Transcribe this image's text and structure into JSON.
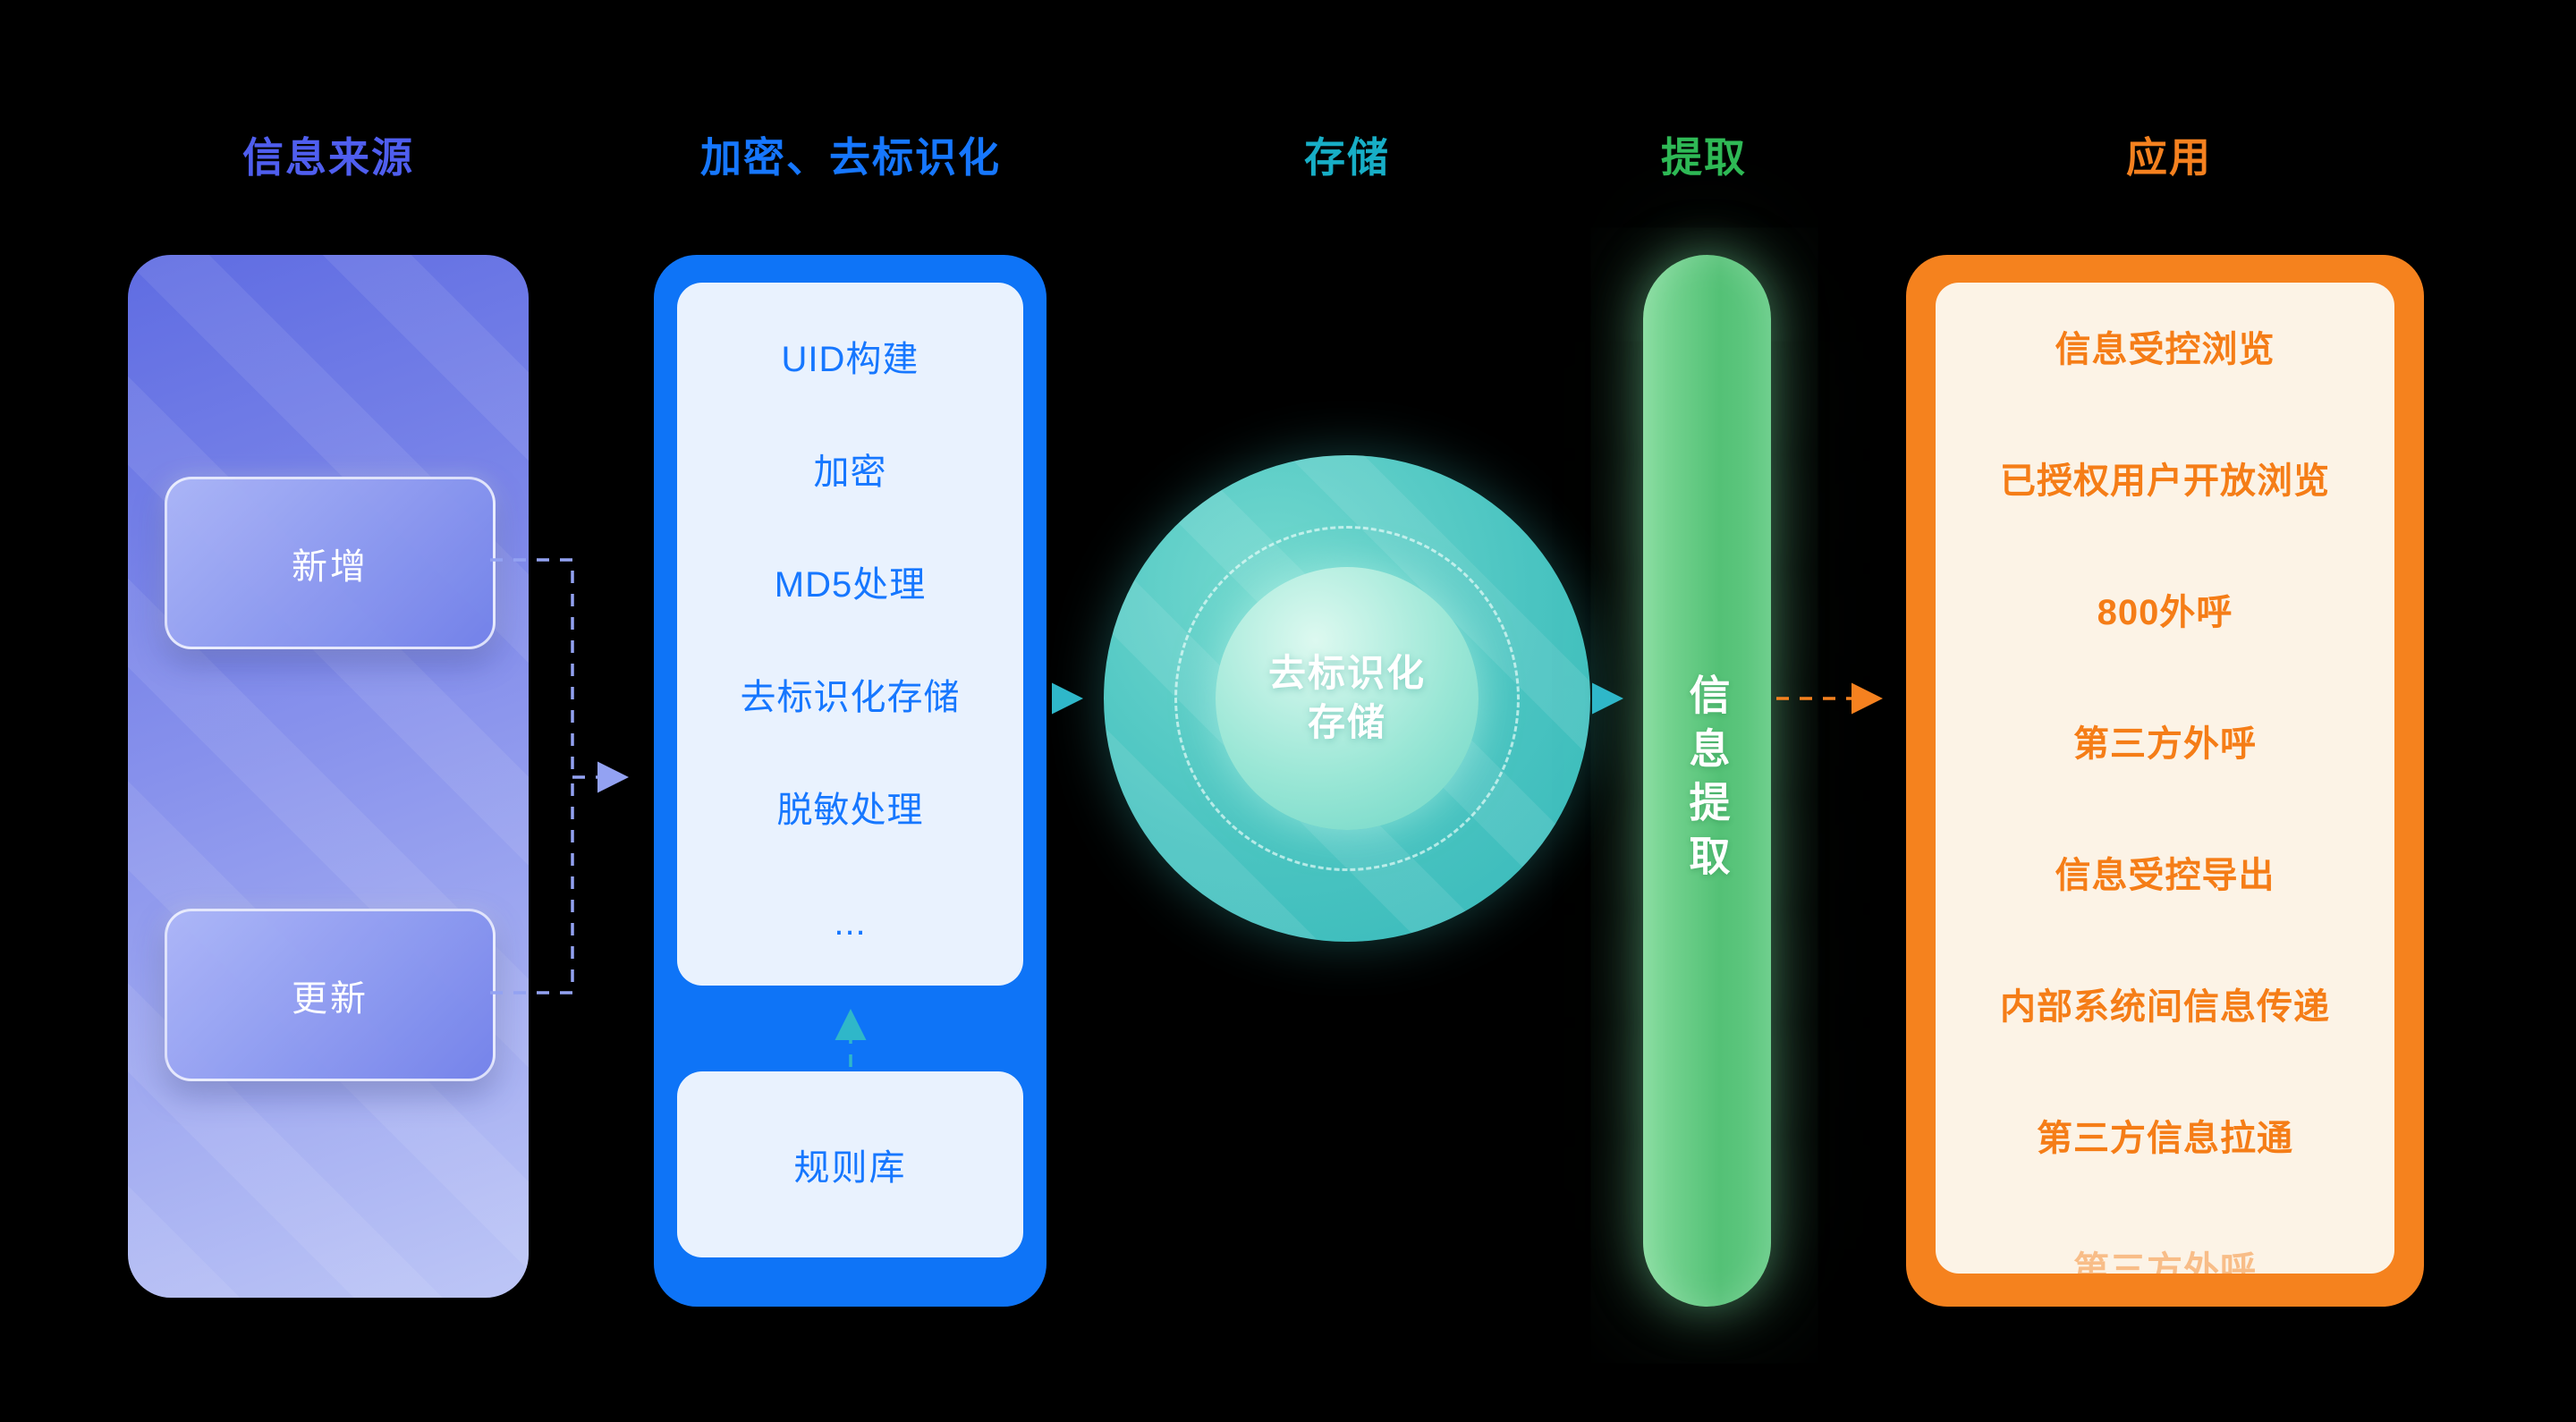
{
  "headers": {
    "source": "信息来源",
    "encryption": "加密、去标识化",
    "storage": "存储",
    "extraction": "提取",
    "application": "应用"
  },
  "colors": {
    "background": "#000000",
    "source_header": "#4F5EEF",
    "encryption_header": "#1677FF",
    "storage_header": "#17AEC6",
    "extraction_header": "#2FB956",
    "application_header": "#F5811F",
    "source_arrow": "#93A2F2",
    "teal_arrow": "#2FB7C9",
    "orange_arrow": "#F5811F"
  },
  "source": {
    "items": [
      "新增",
      "更新"
    ]
  },
  "encryption": {
    "steps": [
      "UID构建",
      "加密",
      "MD5处理",
      "去标识化存储",
      "脱敏处理",
      "..."
    ],
    "rule_library": "规则库"
  },
  "storage": {
    "label_line1": "去标识化",
    "label_line2": "存储"
  },
  "extraction": {
    "label": "信息提取"
  },
  "application": {
    "items": [
      "信息受控浏览",
      "已授权用户开放浏览",
      "800外呼",
      "第三方外呼",
      "信息受控导出",
      "内部系统间信息传递",
      "第三方信息拉通",
      "第三方外呼"
    ]
  }
}
